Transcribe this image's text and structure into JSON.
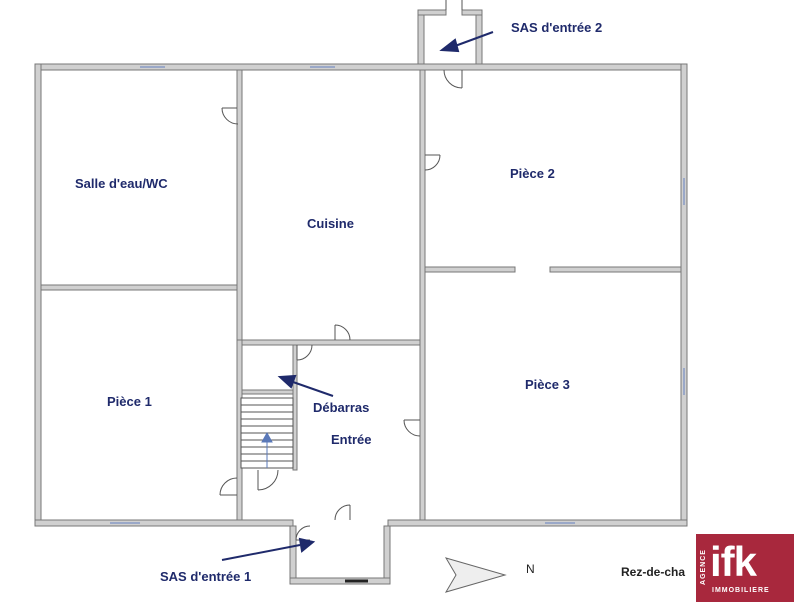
{
  "floor_plan": {
    "rooms": {
      "salle_deau": "Salle d'eau/WC",
      "cuisine": "Cuisine",
      "piece_1": "Pièce 1",
      "piece_2": "Pièce 2",
      "piece_3": "Pièce 3",
      "debarras": "Débarras",
      "entree": "Entrée"
    },
    "callouts": {
      "sas_entree_1": "SAS d'entrée 1",
      "sas_entree_2": "SAS d'entrée 2"
    },
    "floor_label": "Rez-de-cha",
    "north_label": "N"
  },
  "logo": {
    "name": "ifk",
    "side_text": "AGENCE",
    "bottom_text": "IMMOBILIERE",
    "color": "#a8283d"
  },
  "colors": {
    "wall": "#d0d0d0",
    "wall_edge": "#777777",
    "label": "#1f2a6b",
    "arrow": "#1f2a6b",
    "window": "#9aa8c8"
  }
}
